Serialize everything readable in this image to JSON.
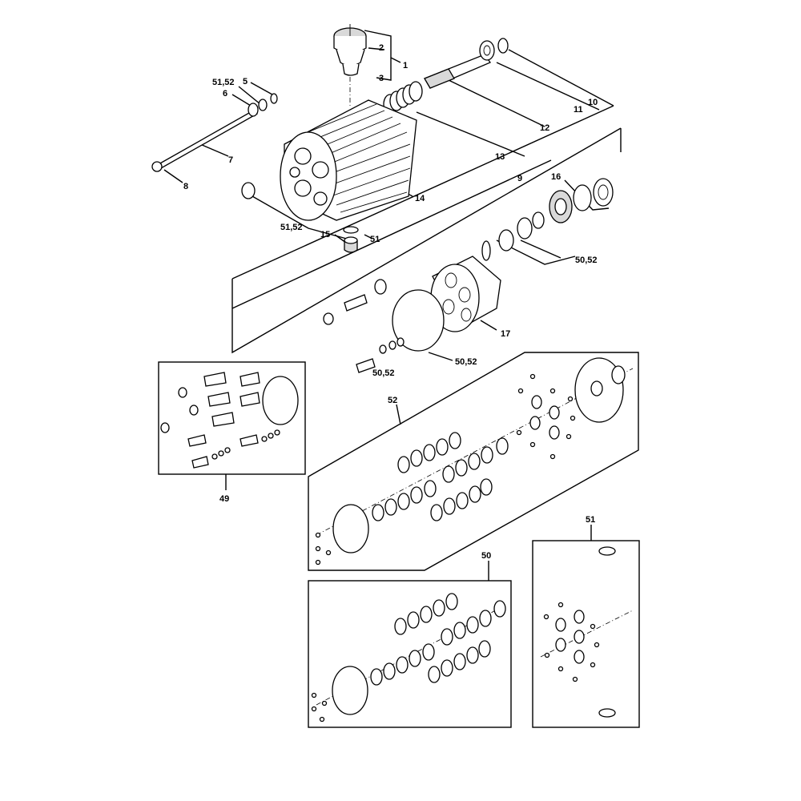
{
  "callouts": {
    "c1": "1",
    "c2": "2",
    "c3": "3",
    "c5": "5",
    "c51_52_top": "51,52",
    "c6": "6",
    "c7": "7",
    "c8": "8",
    "c9": "9",
    "c10": "10",
    "c11": "11",
    "c12": "12",
    "c13": "13",
    "c14": "14",
    "c15": "15",
    "c51_mid": "51",
    "c51_52_mid": "51,52",
    "c16": "16",
    "c50_52_right": "50,52",
    "c17": "17",
    "c50_52_lower": "50,52",
    "c50_52_left": "50,52",
    "c49": "49",
    "c52": "52",
    "c51_kit": "51",
    "c50": "50"
  }
}
